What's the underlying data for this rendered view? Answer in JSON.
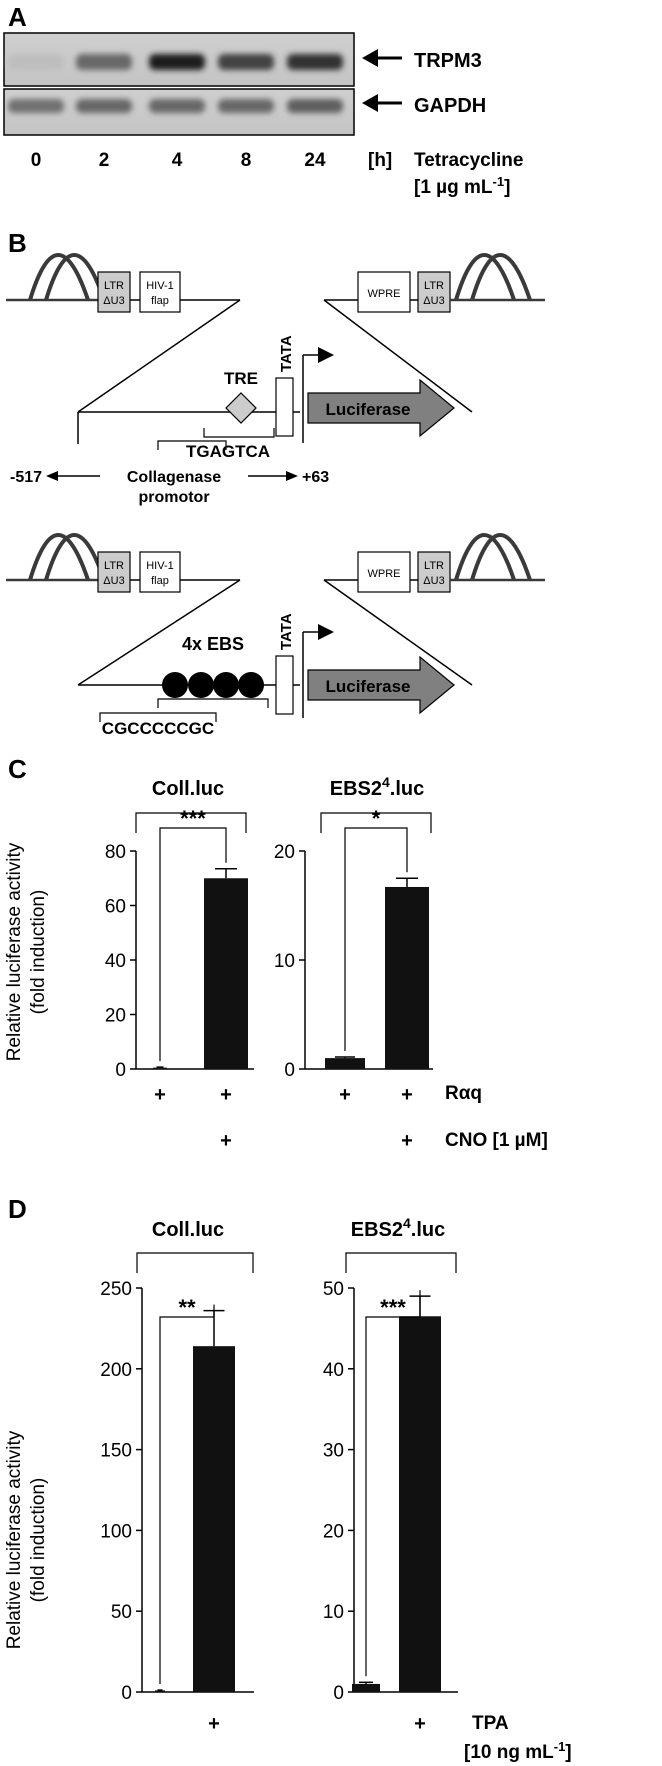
{
  "panels": {
    "a": {
      "label": "A",
      "gene1": "TRPM3",
      "gene2": "GAPDH",
      "times": [
        "0",
        "2",
        "4",
        "8",
        "24"
      ],
      "unit": "[h]",
      "treatment": "Tetracycline",
      "dose_pre": "[1 µg mL",
      "dose_exp": "-1",
      "dose_post": "]",
      "band_intensity_trpm3": [
        0.08,
        0.55,
        0.95,
        0.75,
        0.85
      ],
      "band_intensity_gapdh": [
        0.5,
        0.55,
        0.55,
        0.55,
        0.6
      ]
    },
    "b": {
      "label": "B",
      "ltr": "LTR",
      "du3": "ΔU3",
      "hiv": "HIV-1",
      "flap": "flap",
      "wpre": "WPRE",
      "tata": "TATA",
      "luciferase": "Luciferase",
      "tre": "TRE",
      "tre_seq": "TGAGTCA",
      "pos_left": "-517",
      "pos_right": "+63",
      "promoter_1": "Collagenase",
      "promoter_2": "promotor",
      "ebs": "4x EBS",
      "ebs_seq": "CGCCCCCGC"
    },
    "c": {
      "label": "C",
      "ylabel_1": "Relative luciferase activity",
      "ylabel_2": "(fold induction)",
      "row1_label": "Rαq",
      "row2_label": "CNO [1 µM]",
      "row1_marks": [
        "+",
        "+",
        "+",
        "+"
      ],
      "row2_marks": [
        "+",
        "+"
      ]
    },
    "d": {
      "label": "D",
      "ylabel_1": "Relative luciferase activity",
      "ylabel_2": "(fold induction)",
      "row_label": "TPA",
      "dose_pre": "[10 ng mL",
      "dose_exp": "-1",
      "dose_post": "]",
      "row_marks": [
        "+",
        "+"
      ]
    }
  },
  "chart_data": [
    {
      "type": "bar",
      "title": "Coll.luc",
      "subscript": "",
      "ylim": [
        0,
        80
      ],
      "yticks": [
        "0",
        "20",
        "40",
        "60",
        "80"
      ],
      "values": [
        0.5,
        70
      ],
      "errors": [
        0.2,
        3.5
      ],
      "significance": "***"
    },
    {
      "type": "bar",
      "title": "EBS2",
      "superscript": "4",
      "title_suffix": ".luc",
      "ylim": [
        0,
        20
      ],
      "yticks": [
        "0",
        "10",
        "20"
      ],
      "values": [
        1,
        16.7
      ],
      "errors": [
        0.1,
        0.8
      ],
      "significance": "*"
    },
    {
      "type": "bar",
      "title": "Coll.luc",
      "subscript": "",
      "ylim": [
        0,
        250
      ],
      "yticks": [
        "0",
        "50",
        "100",
        "150",
        "200",
        "250"
      ],
      "values": [
        1,
        214
      ],
      "errors": [
        0.2,
        22
      ],
      "significance": "**"
    },
    {
      "type": "bar",
      "title": "EBS2",
      "superscript": "4",
      "title_suffix": ".luc",
      "ylim": [
        0,
        50
      ],
      "yticks": [
        "0",
        "10",
        "20",
        "30",
        "40",
        "50"
      ],
      "values": [
        1,
        46.5
      ],
      "errors": [
        0.2,
        2.5
      ],
      "significance": "***"
    }
  ]
}
